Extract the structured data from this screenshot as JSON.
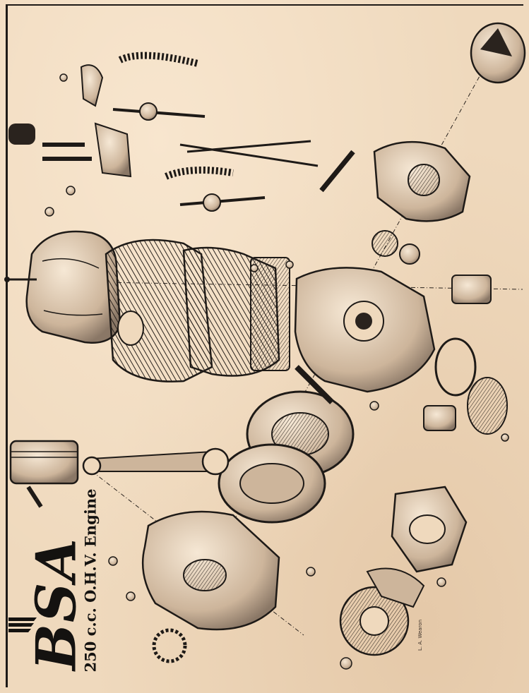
{
  "poster": {
    "brand": "BSA",
    "subtitle": "250 c.c. O.H.V. Engine",
    "artist_signature": "L. A. Wearon"
  },
  "colors": {
    "paper": "#efd9bd",
    "ink": "#1e1a17",
    "shade": "#8a7766",
    "highlight": "#f6e8d5"
  }
}
